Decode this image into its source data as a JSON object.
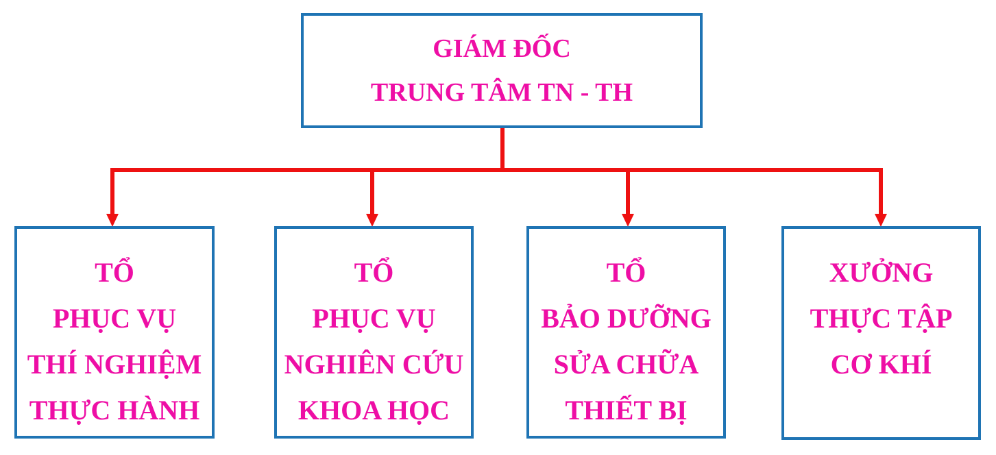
{
  "colors": {
    "box_border": "#1f74b4",
    "text": "#ee0ea5",
    "connector": "#ee1111"
  },
  "top": {
    "lines": [
      "GIÁM ĐỐC",
      "TRUNG TÂM TN - TH"
    ]
  },
  "children": [
    {
      "lines": [
        "TỔ",
        "PHỤC VỤ",
        "THÍ NGHIỆM",
        "THỰC HÀNH"
      ]
    },
    {
      "lines": [
        "TỔ",
        "PHỤC VỤ",
        "NGHIÊN CỨU",
        "KHOA HỌC"
      ]
    },
    {
      "lines": [
        "TỔ",
        "BẢO DƯỠNG",
        "SỬA CHỮA",
        "THIẾT BỊ"
      ]
    },
    {
      "lines": [
        "XƯỞNG",
        "THỰC TẬP",
        "CƠ KHÍ"
      ]
    }
  ]
}
